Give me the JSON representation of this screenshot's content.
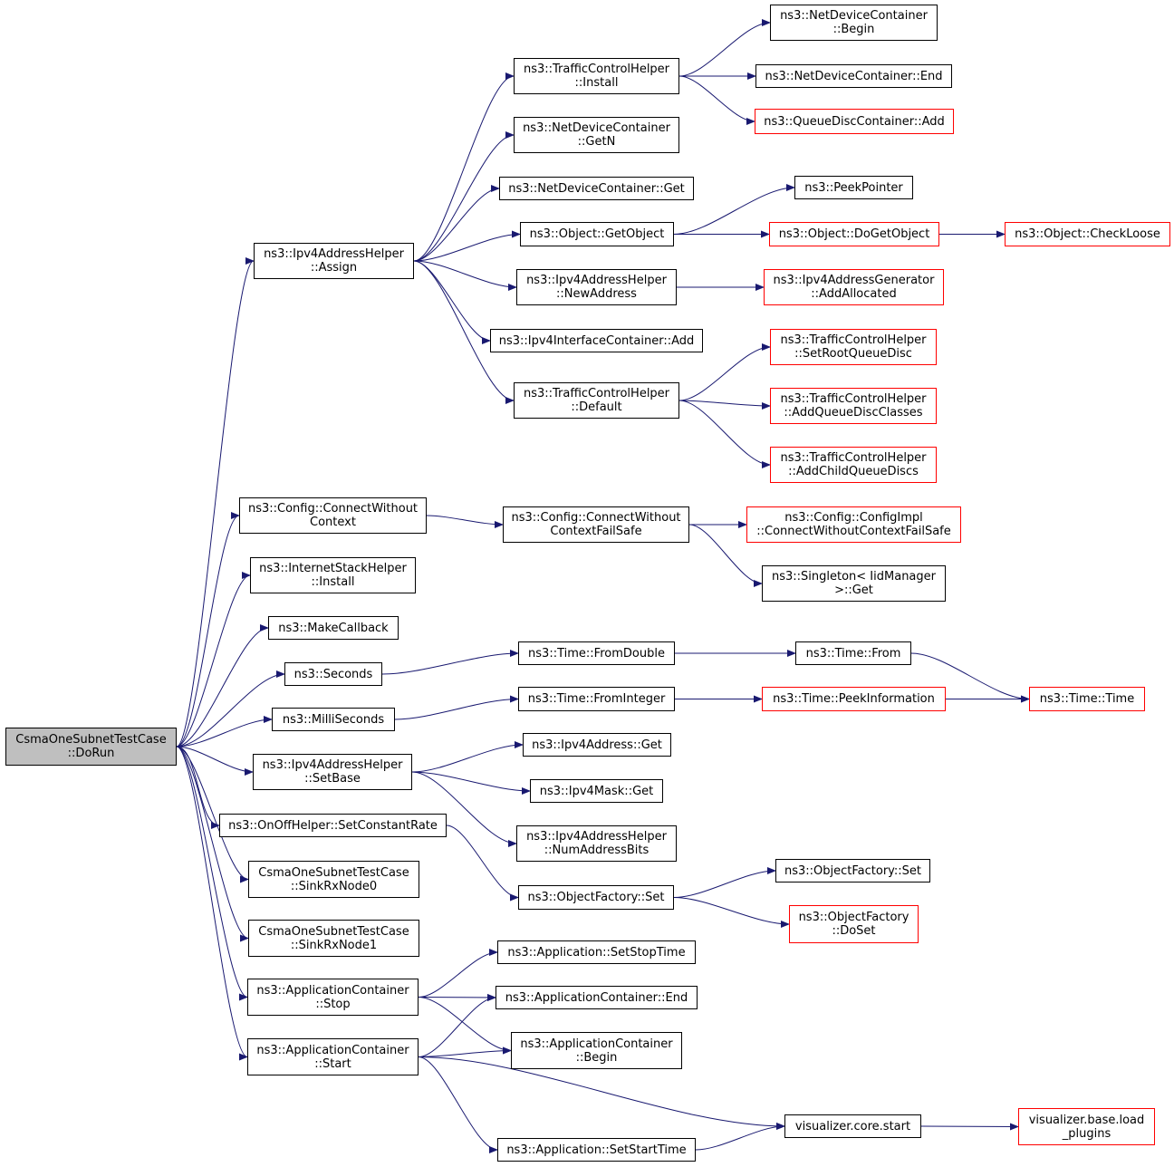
{
  "nodes": [
    {
      "id": "root",
      "lines": [
        "CsmaOneSubnetTestCase",
        "::DoRun"
      ],
      "style": "root"
    },
    {
      "id": "ipv4-assign",
      "lines": [
        "ns3::Ipv4AddressHelper",
        "::Assign"
      ],
      "style": "normal"
    },
    {
      "id": "tch-install",
      "lines": [
        "ns3::TrafficControlHelper",
        "::Install"
      ],
      "style": "normal"
    },
    {
      "id": "ndc-begin",
      "lines": [
        "ns3::NetDeviceContainer",
        "::Begin"
      ],
      "style": "normal"
    },
    {
      "id": "ndc-end",
      "lines": [
        "ns3::NetDeviceContainer::End"
      ],
      "style": "normal"
    },
    {
      "id": "qdc-add",
      "lines": [
        "ns3::QueueDiscContainer::Add"
      ],
      "style": "red"
    },
    {
      "id": "ndc-getn",
      "lines": [
        "ns3::NetDeviceContainer",
        "::GetN"
      ],
      "style": "normal"
    },
    {
      "id": "ndc-get",
      "lines": [
        "ns3::NetDeviceContainer::Get"
      ],
      "style": "normal"
    },
    {
      "id": "peekpointer",
      "lines": [
        "ns3::PeekPointer"
      ],
      "style": "normal"
    },
    {
      "id": "obj-getobject",
      "lines": [
        "ns3::Object::GetObject"
      ],
      "style": "normal"
    },
    {
      "id": "obj-dogetobject",
      "lines": [
        "ns3::Object::DoGetObject"
      ],
      "style": "red"
    },
    {
      "id": "obj-checkloose",
      "lines": [
        "ns3::Object::CheckLoose"
      ],
      "style": "red"
    },
    {
      "id": "ipv4-newaddress",
      "lines": [
        "ns3::Ipv4AddressHelper",
        "::NewAddress"
      ],
      "style": "normal"
    },
    {
      "id": "ipv4gen-addallocated",
      "lines": [
        "ns3::Ipv4AddressGenerator",
        "::AddAllocated"
      ],
      "style": "red"
    },
    {
      "id": "ipv4ic-add",
      "lines": [
        "ns3::Ipv4InterfaceContainer::Add"
      ],
      "style": "normal"
    },
    {
      "id": "tch-setroot",
      "lines": [
        "ns3::TrafficControlHelper",
        "::SetRootQueueDisc"
      ],
      "style": "red"
    },
    {
      "id": "tch-default",
      "lines": [
        "ns3::TrafficControlHelper",
        "::Default"
      ],
      "style": "normal"
    },
    {
      "id": "tch-addclasses",
      "lines": [
        "ns3::TrafficControlHelper",
        "::AddQueueDiscClasses"
      ],
      "style": "red"
    },
    {
      "id": "tch-addchild",
      "lines": [
        "ns3::TrafficControlHelper",
        "::AddChildQueueDiscs"
      ],
      "style": "red"
    },
    {
      "id": "config-cwc",
      "lines": [
        "ns3::Config::ConnectWithout",
        "Context"
      ],
      "style": "normal"
    },
    {
      "id": "config-cwcfs",
      "lines": [
        "ns3::Config::ConnectWithout",
        "ContextFailSafe"
      ],
      "style": "normal"
    },
    {
      "id": "configimpl-cwcfs",
      "lines": [
        "ns3::Config::ConfigImpl",
        "::ConnectWithoutContextFailSafe"
      ],
      "style": "red"
    },
    {
      "id": "singleton-get",
      "lines": [
        "ns3::Singleton< IidManager",
        ">::Get"
      ],
      "style": "normal"
    },
    {
      "id": "ish-install",
      "lines": [
        "ns3::InternetStackHelper",
        "::Install"
      ],
      "style": "normal"
    },
    {
      "id": "makecallback",
      "lines": [
        "ns3::MakeCallback"
      ],
      "style": "normal"
    },
    {
      "id": "seconds",
      "lines": [
        "ns3::Seconds"
      ],
      "style": "normal"
    },
    {
      "id": "time-fromdouble",
      "lines": [
        "ns3::Time::FromDouble"
      ],
      "style": "normal"
    },
    {
      "id": "time-from",
      "lines": [
        "ns3::Time::From"
      ],
      "style": "normal"
    },
    {
      "id": "time-time",
      "lines": [
        "ns3::Time::Time"
      ],
      "style": "red"
    },
    {
      "id": "milliseconds",
      "lines": [
        "ns3::MilliSeconds"
      ],
      "style": "normal"
    },
    {
      "id": "time-frominteger",
      "lines": [
        "ns3::Time::FromInteger"
      ],
      "style": "normal"
    },
    {
      "id": "time-peekinfo",
      "lines": [
        "ns3::Time::PeekInformation"
      ],
      "style": "red"
    },
    {
      "id": "ipv4-setbase",
      "lines": [
        "ns3::Ipv4AddressHelper",
        "::SetBase"
      ],
      "style": "normal"
    },
    {
      "id": "ipv4addr-get",
      "lines": [
        "ns3::Ipv4Address::Get"
      ],
      "style": "normal"
    },
    {
      "id": "ipv4mask-get",
      "lines": [
        "ns3::Ipv4Mask::Get"
      ],
      "style": "normal"
    },
    {
      "id": "ipv4-numaddrbits",
      "lines": [
        "ns3::Ipv4AddressHelper",
        "::NumAddressBits"
      ],
      "style": "normal"
    },
    {
      "id": "onoff-setrate",
      "lines": [
        "ns3::OnOffHelper::SetConstantRate"
      ],
      "style": "normal"
    },
    {
      "id": "of-set-a",
      "lines": [
        "ns3::ObjectFactory::Set"
      ],
      "style": "normal"
    },
    {
      "id": "of-set-b",
      "lines": [
        "ns3::ObjectFactory::Set"
      ],
      "style": "normal"
    },
    {
      "id": "of-doset",
      "lines": [
        "ns3::ObjectFactory",
        "::DoSet"
      ],
      "style": "red"
    },
    {
      "id": "sink0",
      "lines": [
        "CsmaOneSubnetTestCase",
        "::SinkRxNode0"
      ],
      "style": "normal"
    },
    {
      "id": "sink1",
      "lines": [
        "CsmaOneSubnetTestCase",
        "::SinkRxNode1"
      ],
      "style": "normal"
    },
    {
      "id": "app-setstop",
      "lines": [
        "ns3::Application::SetStopTime"
      ],
      "style": "normal"
    },
    {
      "id": "ac-stop",
      "lines": [
        "ns3::ApplicationContainer",
        "::Stop"
      ],
      "style": "normal"
    },
    {
      "id": "ac-end",
      "lines": [
        "ns3::ApplicationContainer::End"
      ],
      "style": "normal"
    },
    {
      "id": "ac-begin",
      "lines": [
        "ns3::ApplicationContainer",
        "::Begin"
      ],
      "style": "normal"
    },
    {
      "id": "ac-start",
      "lines": [
        "ns3::ApplicationContainer",
        "::Start"
      ],
      "style": "normal"
    },
    {
      "id": "viz-start",
      "lines": [
        "visualizer.core.start"
      ],
      "style": "normal"
    },
    {
      "id": "viz-load",
      "lines": [
        "visualizer.base.load",
        "_plugins"
      ],
      "style": "red"
    },
    {
      "id": "app-setstart",
      "lines": [
        "ns3::Application::SetStartTime"
      ],
      "style": "normal"
    }
  ],
  "edges": [
    [
      "root",
      "ipv4-assign"
    ],
    [
      "root",
      "config-cwc"
    ],
    [
      "root",
      "ish-install"
    ],
    [
      "root",
      "makecallback"
    ],
    [
      "root",
      "seconds"
    ],
    [
      "root",
      "milliseconds"
    ],
    [
      "root",
      "ipv4-setbase"
    ],
    [
      "root",
      "onoff-setrate"
    ],
    [
      "root",
      "sink0"
    ],
    [
      "root",
      "sink1"
    ],
    [
      "root",
      "ac-stop"
    ],
    [
      "root",
      "ac-start"
    ],
    [
      "ipv4-assign",
      "tch-install"
    ],
    [
      "ipv4-assign",
      "ndc-getn"
    ],
    [
      "ipv4-assign",
      "ndc-get"
    ],
    [
      "ipv4-assign",
      "obj-getobject"
    ],
    [
      "ipv4-assign",
      "ipv4-newaddress"
    ],
    [
      "ipv4-assign",
      "ipv4ic-add"
    ],
    [
      "ipv4-assign",
      "tch-default"
    ],
    [
      "tch-install",
      "ndc-begin"
    ],
    [
      "tch-install",
      "ndc-end"
    ],
    [
      "tch-install",
      "qdc-add"
    ],
    [
      "obj-getobject",
      "peekpointer"
    ],
    [
      "obj-getobject",
      "obj-dogetobject"
    ],
    [
      "obj-dogetobject",
      "obj-checkloose"
    ],
    [
      "ipv4-newaddress",
      "ipv4gen-addallocated"
    ],
    [
      "tch-default",
      "tch-setroot"
    ],
    [
      "tch-default",
      "tch-addclasses"
    ],
    [
      "tch-default",
      "tch-addchild"
    ],
    [
      "config-cwc",
      "config-cwcfs"
    ],
    [
      "config-cwcfs",
      "configimpl-cwcfs"
    ],
    [
      "config-cwcfs",
      "singleton-get"
    ],
    [
      "seconds",
      "time-fromdouble"
    ],
    [
      "time-fromdouble",
      "time-from"
    ],
    [
      "time-from",
      "time-time"
    ],
    [
      "milliseconds",
      "time-frominteger"
    ],
    [
      "time-frominteger",
      "time-peekinfo"
    ],
    [
      "time-frominteger",
      "time-time"
    ],
    [
      "ipv4-setbase",
      "ipv4addr-get"
    ],
    [
      "ipv4-setbase",
      "ipv4mask-get"
    ],
    [
      "ipv4-setbase",
      "ipv4-numaddrbits"
    ],
    [
      "onoff-setrate",
      "of-set-a"
    ],
    [
      "of-set-a",
      "of-set-b"
    ],
    [
      "of-set-a",
      "of-doset"
    ],
    [
      "ac-stop",
      "app-setstop"
    ],
    [
      "ac-stop",
      "ac-end"
    ],
    [
      "ac-stop",
      "ac-begin"
    ],
    [
      "ac-start",
      "ac-end"
    ],
    [
      "ac-start",
      "ac-begin"
    ],
    [
      "ac-start",
      "viz-start"
    ],
    [
      "ac-start",
      "app-setstart"
    ],
    [
      "viz-start",
      "viz-load"
    ],
    [
      "app-setstart",
      "viz-start"
    ]
  ],
  "colors": {
    "edge": "#191970",
    "box_border": "#000000",
    "red_border": "#ff0000",
    "root_fill": "#bfbfbf"
  }
}
